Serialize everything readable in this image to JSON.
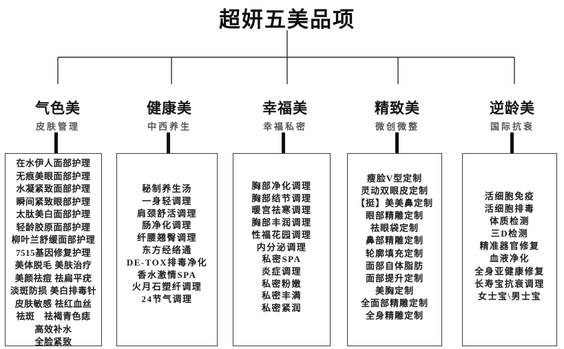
{
  "diagram": {
    "title": "超妍五美品项",
    "colors": {
      "background": "#fefefe",
      "text": "#1d1d1d",
      "subtitle_gray": "#575757",
      "line": "#2f2f2f",
      "thick_connector": "#0f0f0f",
      "box_border": "#3d3d3d"
    },
    "categories": [
      {
        "name": "气色美",
        "subtitle": "皮肤管理",
        "items": [
          "在水伊人面部护理",
          "无痕美眼面部护理",
          "水凝紧致面部护理",
          "瞬间紧致眼部护理",
          "太肽美白面部护理",
          "轻龄胶原面部护理",
          "柳叶兰舒缓面部护理",
          "7515基因修复护理",
          "美体脱毛 美肤治疗",
          "美颜祛痘 祛扁平疣",
          "淡斑防损 美白排毒针",
          "皮肤敏感 祛红血丝",
          "祛斑　祛褐青色痣",
          "高效补水",
          "全脸紧致"
        ]
      },
      {
        "name": "健康美",
        "subtitle": "中西养生",
        "items": [
          "秘制养生汤",
          "一身轻调理",
          "肩颈舒活调理",
          "肠净化调理",
          "纤腰翘臀调理",
          "东方经络通",
          "DE-TOX排毒净化",
          "香水激情SPA",
          "火月石塑纤调理",
          "24节气调理"
        ]
      },
      {
        "name": "幸福美",
        "subtitle": "幸福私密",
        "items": [
          "胸部净化调理",
          "胸部结节调理",
          "暖宫祛寒调理",
          "胸部丰润调理",
          "性福花园调理",
          "内分泌调理",
          "私密SPA",
          "炎症调理",
          "私密粉嫩",
          "私密丰满",
          "私密紧润"
        ]
      },
      {
        "name": "精致美",
        "subtitle": "微创微整",
        "items": [
          "瘦脸V型定制",
          "灵动双眼皮定制",
          "【挺】美美鼻定制",
          "眼部精雕定制",
          "祛眼袋定制",
          "鼻部精雕定制",
          "轮廓填充定制",
          "面部自体脂肪",
          "面部提升定制",
          "美胸定制",
          "全面部精雕定制",
          "全身精雕定制"
        ]
      },
      {
        "name": "逆龄美",
        "subtitle": "国际抗衰",
        "items": [
          "活细胞免疫",
          "活细胞排毒",
          "体质检测",
          "三D检测",
          "精准器官修复",
          "血液净化",
          "全身亚健康修复",
          "长寿宝抗衰调理",
          "女士宝\\男士宝"
        ]
      }
    ]
  }
}
